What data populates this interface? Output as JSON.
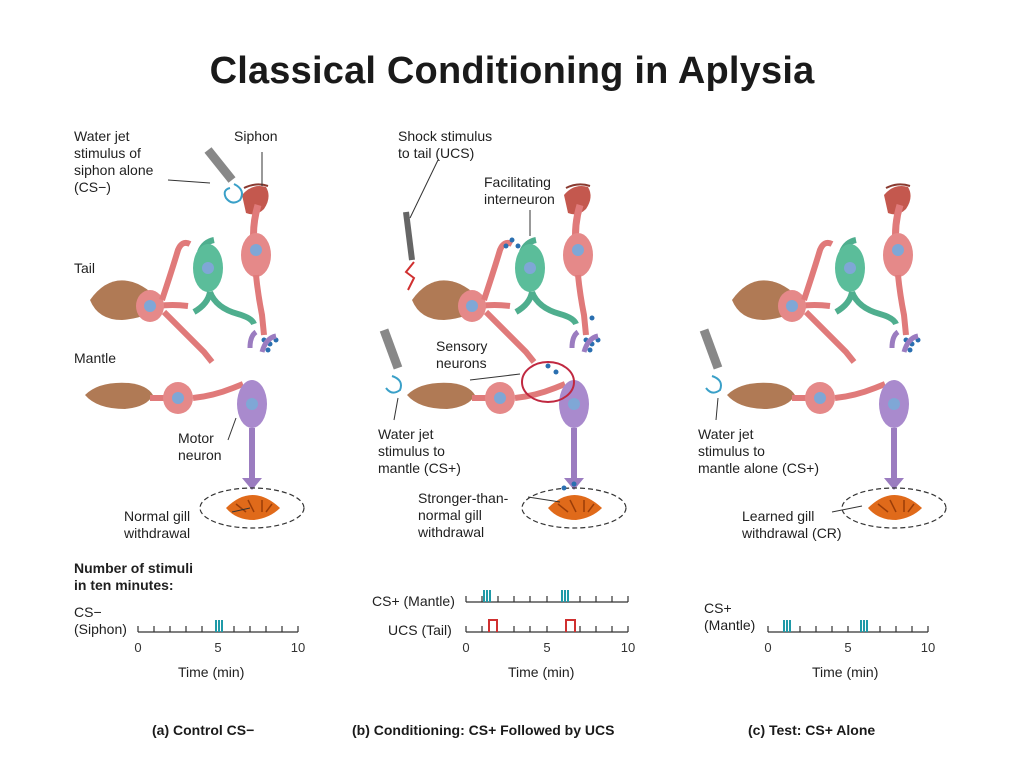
{
  "title": "Classical Conditioning in Aplysia",
  "panel_a": {
    "water_jet": [
      "Water jet",
      "stimulus of",
      "siphon alone",
      "(CS−)"
    ],
    "siphon": "Siphon",
    "tail": "Tail",
    "mantle": "Mantle",
    "motor": [
      "Motor",
      "neuron"
    ],
    "gill": [
      "Normal gill",
      "withdrawal"
    ],
    "stimuli_header": [
      "Number of stimuli",
      "in ten minutes:"
    ],
    "row_label": [
      "CS−",
      "(Siphon)"
    ],
    "caption": "(a) Control CS−"
  },
  "panel_b": {
    "shock": [
      "Shock stimulus",
      "to tail (UCS)"
    ],
    "facilitating": [
      "Facilitating",
      "interneuron"
    ],
    "sensory": [
      "Sensory",
      "neurons"
    ],
    "water_jet": [
      "Water jet",
      "stimulus to",
      "mantle (CS+)"
    ],
    "gill": [
      "Stronger-than-",
      "normal gill",
      "withdrawal"
    ],
    "row1": "CS+ (Mantle)",
    "row2": "UCS (Tail)",
    "caption": "(b) Conditioning: CS+ Followed by UCS"
  },
  "panel_c": {
    "water_jet": [
      "Water jet",
      "stimulus to",
      "mantle alone (CS+)"
    ],
    "gill": [
      "Learned gill",
      "withdrawal (CR)"
    ],
    "row_label": [
      "CS+",
      "(Mantle)"
    ],
    "caption": "(c) Test: CS+ Alone"
  },
  "axis": {
    "label": "Time (min)",
    "ticks": [
      "0",
      "5",
      "10"
    ]
  },
  "colors": {
    "sensory": "#e07a7a",
    "interneuron": "#4fae8e",
    "motor": "#9b7cc0",
    "gill": "#e06a1a",
    "stimulus": "#1f9aa8",
    "shock": "#d03030"
  }
}
